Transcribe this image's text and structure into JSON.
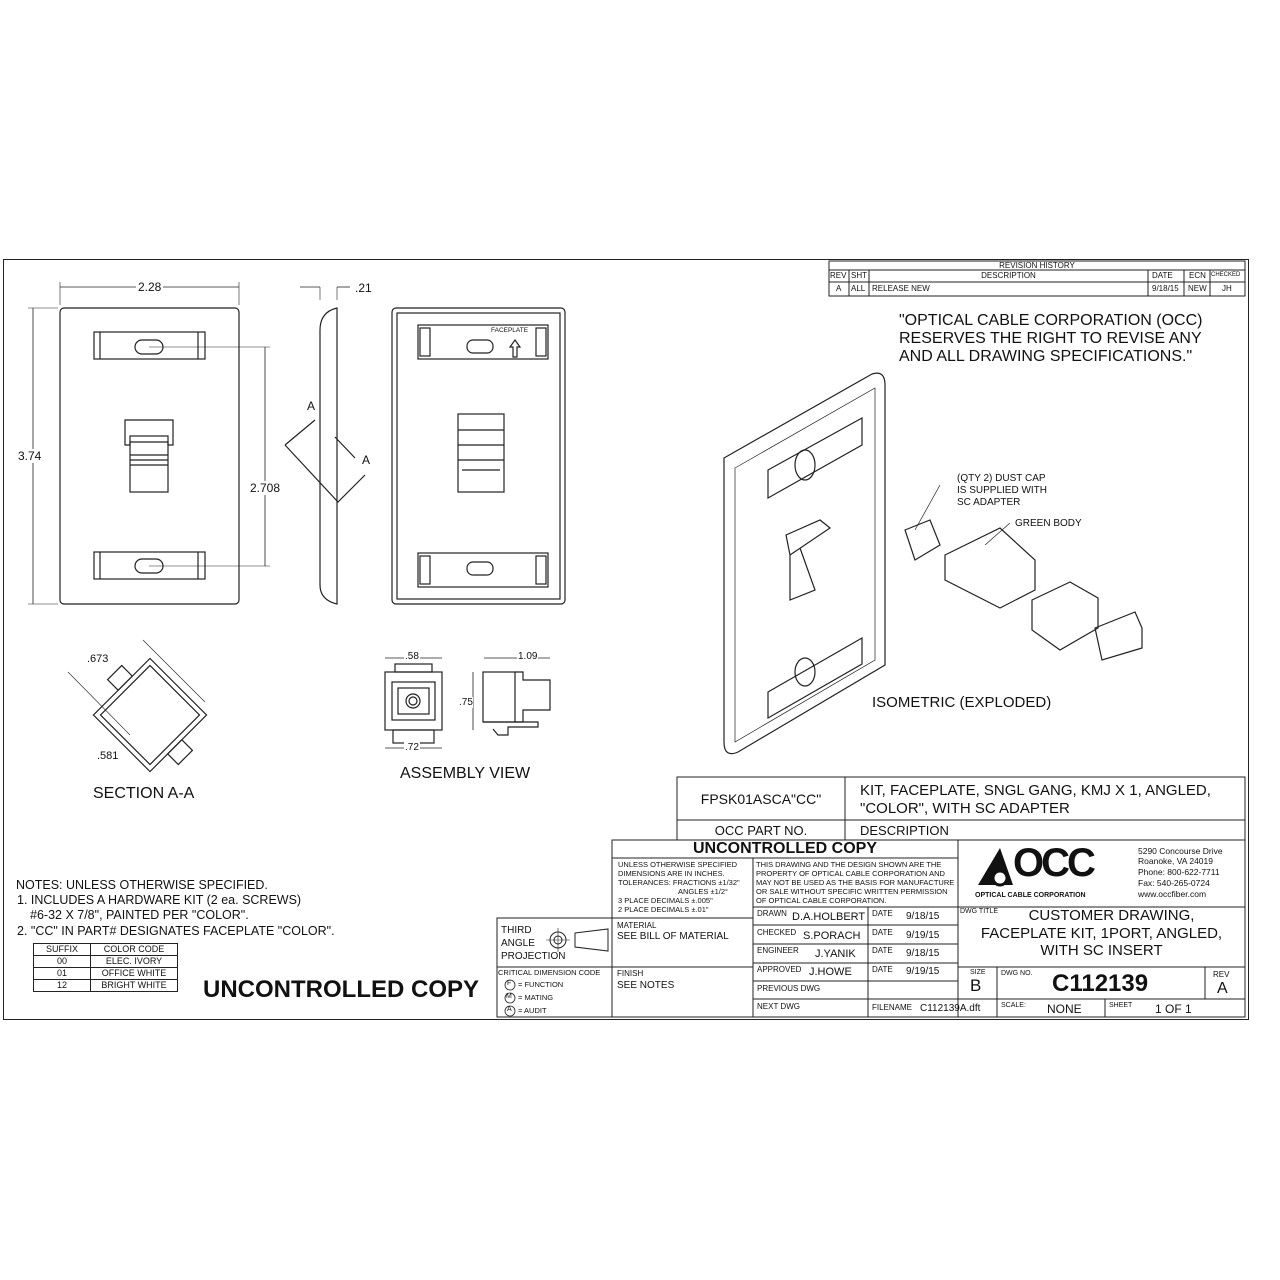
{
  "revision_history": {
    "title": "REVISION HISTORY",
    "headers": [
      "REV",
      "SHT",
      "DESCRIPTION",
      "DATE",
      "ECN",
      "CHECKED"
    ],
    "rows": [
      [
        "A",
        "ALL",
        "RELEASE NEW",
        "9/18/15",
        "NEW",
        "JH"
      ]
    ]
  },
  "disclaimer": [
    "\"OPTICAL CABLE CORPORATION (OCC)",
    "RESERVES THE RIGHT TO REVISE ANY",
    "AND ALL DRAWING SPECIFICATIONS.\""
  ],
  "views": {
    "front": {
      "width": "2.28",
      "height": "3.74",
      "hole_spacing": "2.708"
    },
    "side": {
      "depth": ".21",
      "section_marker": "A"
    },
    "back": {
      "faceplate_label": "FACEPLATE"
    },
    "section": {
      "title": "SECTION A-A",
      "dim1": ".673",
      "dim2": ".581"
    },
    "assembly": {
      "title": "ASSEMBLY VIEW",
      "dim_top": ".58",
      "dim_bottom": ".72",
      "dim_height": ".75",
      "dim_length": "1.09"
    },
    "isometric": {
      "title": "ISOMETRIC (EXPLODED)",
      "callout_dust_cap": [
        "(QTY 2) DUST CAP",
        "IS SUPPLIED WITH",
        "SC ADAPTER"
      ],
      "callout_body": "GREEN BODY"
    }
  },
  "part": {
    "number": "FPSK01ASCA\"CC\"",
    "description": [
      "KIT, FACEPLATE, SNGL GANG, KMJ X 1, ANGLED,",
      "\"COLOR\", WITH SC ADAPTER"
    ],
    "number_label": "OCC PART NO.",
    "description_label": "DESCRIPTION"
  },
  "notes": {
    "header": "NOTES: UNLESS OTHERWISE SPECIFIED.",
    "items": [
      "1. INCLUDES A HARDWARE KIT (2 ea. SCREWS)",
      "#6-32 X 7/8\", PAINTED PER \"COLOR\".",
      "2. \"CC\" IN PART# DESIGNATES FACEPLATE \"COLOR\"."
    ],
    "color_table": {
      "headers": [
        "SUFFIX",
        "COLOR CODE"
      ],
      "rows": [
        [
          "00",
          "ELEC. IVORY"
        ],
        [
          "01",
          "OFFICE WHITE"
        ],
        [
          "12",
          "BRIGHT WHITE"
        ]
      ]
    },
    "stamp": "UNCONTROLLED COPY"
  },
  "title_block": {
    "stamp": "UNCONTROLLED COPY",
    "tolerances": [
      "UNLESS OTHERWISE SPECIFIED",
      "DIMENSIONS ARE IN INCHES.",
      "TOLERANCES: FRACTIONS ±1/32\"",
      "ANGLES ±1/2°",
      "3 PLACE DECIMALS ±.005\"",
      "2 PLACE DECIMALS ±.01\""
    ],
    "proprietary": [
      "THIS DRAWING AND THE DESIGN SHOWN ARE THE",
      "PROPERTY OF OPTICAL CABLE CORPORATION AND",
      "MAY NOT BE USED AS THE BASIS FOR MANUFACTURE",
      "OR SALE WITHOUT SPECIFIC WRITTEN PERMISSION",
      "OF OPTICAL CABLE CORPORATION."
    ],
    "projection": [
      "THIRD",
      "ANGLE",
      "PROJECTION"
    ],
    "material_label": "MATERIAL",
    "material": "SEE BILL OF MATERIAL",
    "finish_label": "FINISH",
    "finish": "SEE NOTES",
    "critical_label": "CRITICAL DIMENSION CODE",
    "critical_codes": [
      {
        "code": "F",
        "text": "= FUNCTION"
      },
      {
        "code": "M",
        "text": "= MATING"
      },
      {
        "code": "A",
        "text": "= AUDIT"
      }
    ],
    "signoffs": [
      {
        "role": "DRAWN",
        "name": "D.A.HOLBERT",
        "date_label": "DATE",
        "date": "9/18/15"
      },
      {
        "role": "CHECKED",
        "name": "S.PORACH",
        "date_label": "DATE",
        "date": "9/19/15"
      },
      {
        "role": "ENGINEER",
        "name": "J.YANIK",
        "date_label": "DATE",
        "date": "9/18/15"
      },
      {
        "role": "APPROVED",
        "name": "J.HOWE",
        "date_label": "DATE",
        "date": "9/19/15"
      }
    ],
    "previous_dwg_label": "PREVIOUS DWG",
    "next_dwg_label": "NEXT DWG",
    "filename_label": "FILENAME",
    "filename": "C112139A.dft",
    "company": {
      "logo": "OCC",
      "name": "OPTICAL CABLE CORPORATION",
      "address": [
        "5290 Concourse Drive",
        "Roanoke, VA 24019",
        "Phone: 800-622-7711",
        "Fax: 540-265-0724",
        "www.occfiber.com"
      ]
    },
    "dwg_title_label": "DWG TITLE",
    "dwg_title": [
      "CUSTOMER DRAWING,",
      "FACEPLATE KIT, 1PORT, ANGLED,",
      "WITH SC INSERT"
    ],
    "size_label": "SIZE",
    "size": "B",
    "dwg_no_label": "DWG NO.",
    "dwg_no": "C112139",
    "rev_label": "REV",
    "rev": "A",
    "scale_label": "SCALE:",
    "scale": "NONE",
    "sheet_label": "SHEET",
    "sheet": "1 OF 1"
  }
}
